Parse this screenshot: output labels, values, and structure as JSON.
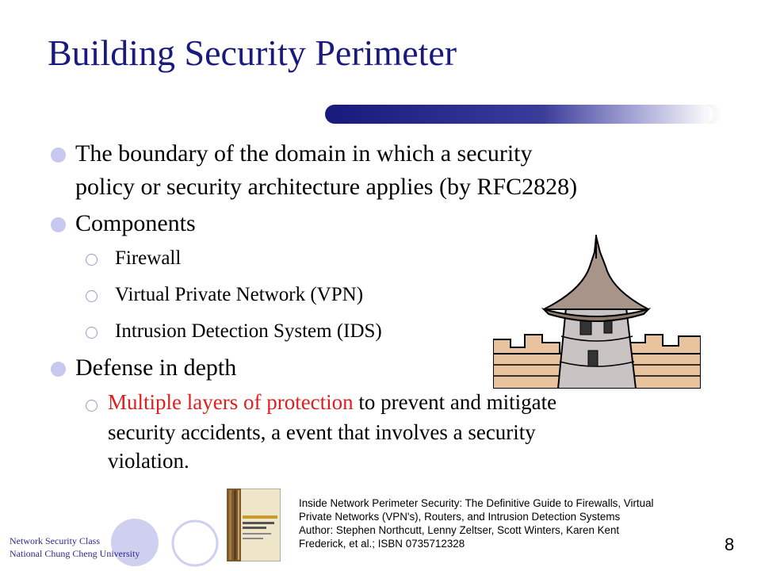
{
  "slide": {
    "title": "Building Security Perimeter",
    "page_number": "8",
    "accent_color": "#1a1a7e",
    "bullet_color": "#c8c8ee"
  },
  "bullets": {
    "b1_line1": "The boundary of the domain in which a security",
    "b1_line2": "policy or security architecture applies (by RFC2828)",
    "b2": "Components",
    "b2_items": [
      "Firewall",
      "Virtual Private Network (VPN)",
      "Intrusion Detection System (IDS)"
    ],
    "b3": "Defense in depth",
    "b3_item_highlight": "Multiple layers of protection",
    "b3_item_rest": " to prevent and mitigate",
    "b3_item_line2": "security accidents, a event that involves a security",
    "b3_item_line3": "violation."
  },
  "footer": {
    "line1": "Network Security Class",
    "line2": "National Chung Cheng University"
  },
  "reference": {
    "line1": "Inside Network Perimeter Security: The Definitive Guide to Firewalls, Virtual",
    "line2": "Private Networks (VPN's), Routers, and Intrusion Detection Systems",
    "line3": "Author: Stephen Northcutt, Lenny Zeltser, Scott Winters, Karen Kent",
    "line4": "Frederick, et al.;   ISBN 0735712328"
  },
  "images": {
    "tower": "castle-tower-clipart",
    "book": "book-cover-inside-network-perimeter-security"
  }
}
